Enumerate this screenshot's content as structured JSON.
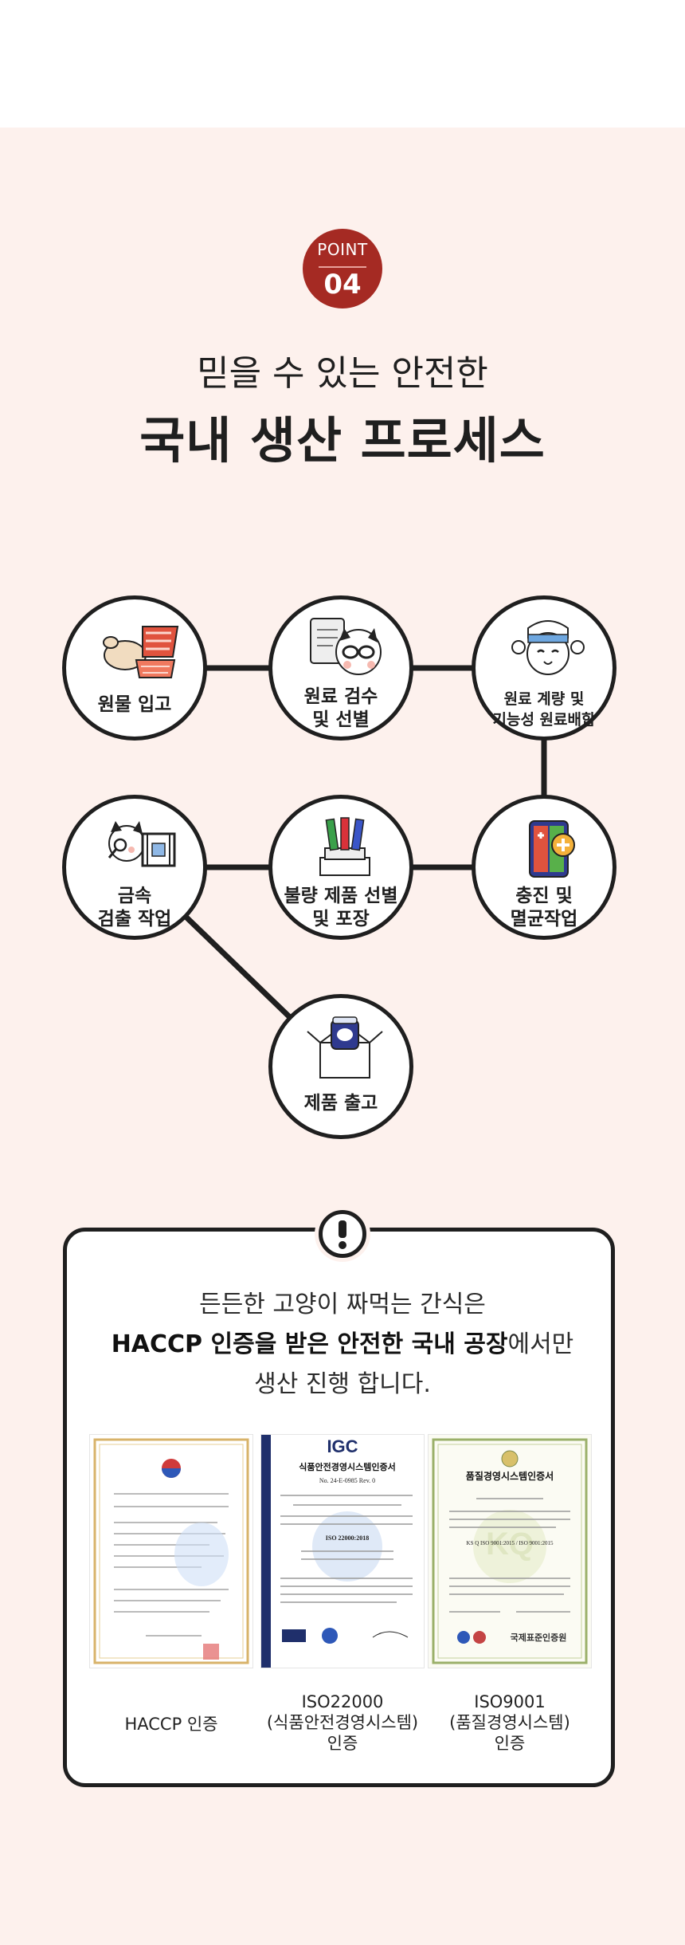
{
  "point": {
    "label": "POINT",
    "number": "04"
  },
  "heading": {
    "sub": "믿을 수 있는 안전한",
    "main": "국내 생산 프로세스"
  },
  "process": [
    {
      "label": "원물 입고",
      "icon": "raw-materials-icon"
    },
    {
      "label": "원료 검수\n및 선별",
      "icon": "inspection-icon"
    },
    {
      "label": "원료 계량 및\n기능성 원료배합",
      "icon": "weighing-icon"
    },
    {
      "label": "충진 및\n멸균작업",
      "icon": "sterilization-icon"
    },
    {
      "label": "불량 제품 선별\n및 포장",
      "icon": "packaging-icon"
    },
    {
      "label": "금속\n검출 작업",
      "icon": "metal-detection-icon"
    },
    {
      "label": "제품 출고",
      "icon": "shipping-box-icon"
    }
  ],
  "notice": {
    "line1": "든든한 고양이 짜먹는 간식은",
    "line2_bold": "HACCP 인증을 받은 안전한 국내 공장",
    "line2_rest": "에서만",
    "line3": "생산 진행 합니다."
  },
  "certificates": [
    {
      "caption": "HACCP 인증"
    },
    {
      "caption": "ISO22000\n(식품안전경영시스템)\n인증",
      "brand": "IGC",
      "title": "식품안전경영시스템인증서",
      "number": "No. 24-E-0985 Rev. 0",
      "standard": "ISO 22000:2018"
    },
    {
      "caption": "ISO9001\n(품질경영시스템)\n인증",
      "title": "품질경영시스템인증서",
      "standard": "KS Q ISO 9001:2015 / ISO 9001:2015",
      "issuer": "국제표준인증원"
    }
  ],
  "colors": {
    "accent": "#a52a23",
    "background": "#fdf1ed",
    "line": "#1f1f1f"
  }
}
